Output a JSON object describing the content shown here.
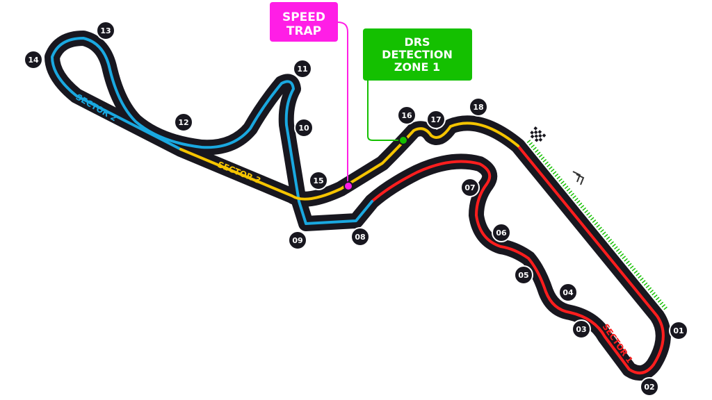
{
  "callouts": {
    "speed_trap": [
      "SPEED",
      "TRAP"
    ],
    "drs": [
      "DRS",
      "DETECTION",
      "ZONE 1"
    ]
  },
  "sectors": [
    {
      "label": "SECTOR 1",
      "color": "#ff1e1e"
    },
    {
      "label": "SECTOR 2",
      "color": "#1aa8e0"
    },
    {
      "label": "SECTOR 3",
      "color": "#f5c400"
    }
  ],
  "turns": [
    "01",
    "02",
    "03",
    "04",
    "05",
    "06",
    "07",
    "08",
    "09",
    "10",
    "11",
    "12",
    "13",
    "14",
    "15",
    "16",
    "17",
    "18"
  ],
  "colors": {
    "track": "#18171f",
    "speed_trap": "#ff1ee6",
    "drs": "#14c000"
  }
}
